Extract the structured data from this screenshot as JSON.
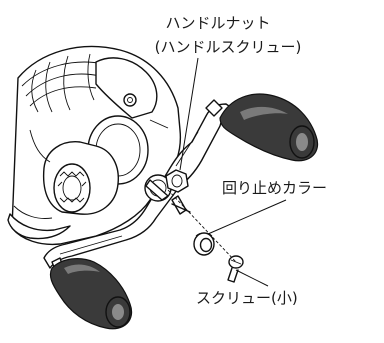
{
  "labels": {
    "handle_nut_line1": "ハンドルナット",
    "handle_nut_line2": "(ハンドルスクリュー)",
    "collar": "回り止めカラー",
    "small_screw": "スクリュー(小)"
  },
  "colors": {
    "line": "#111111",
    "knob": "#3a3a3a",
    "background": "#ffffff"
  }
}
